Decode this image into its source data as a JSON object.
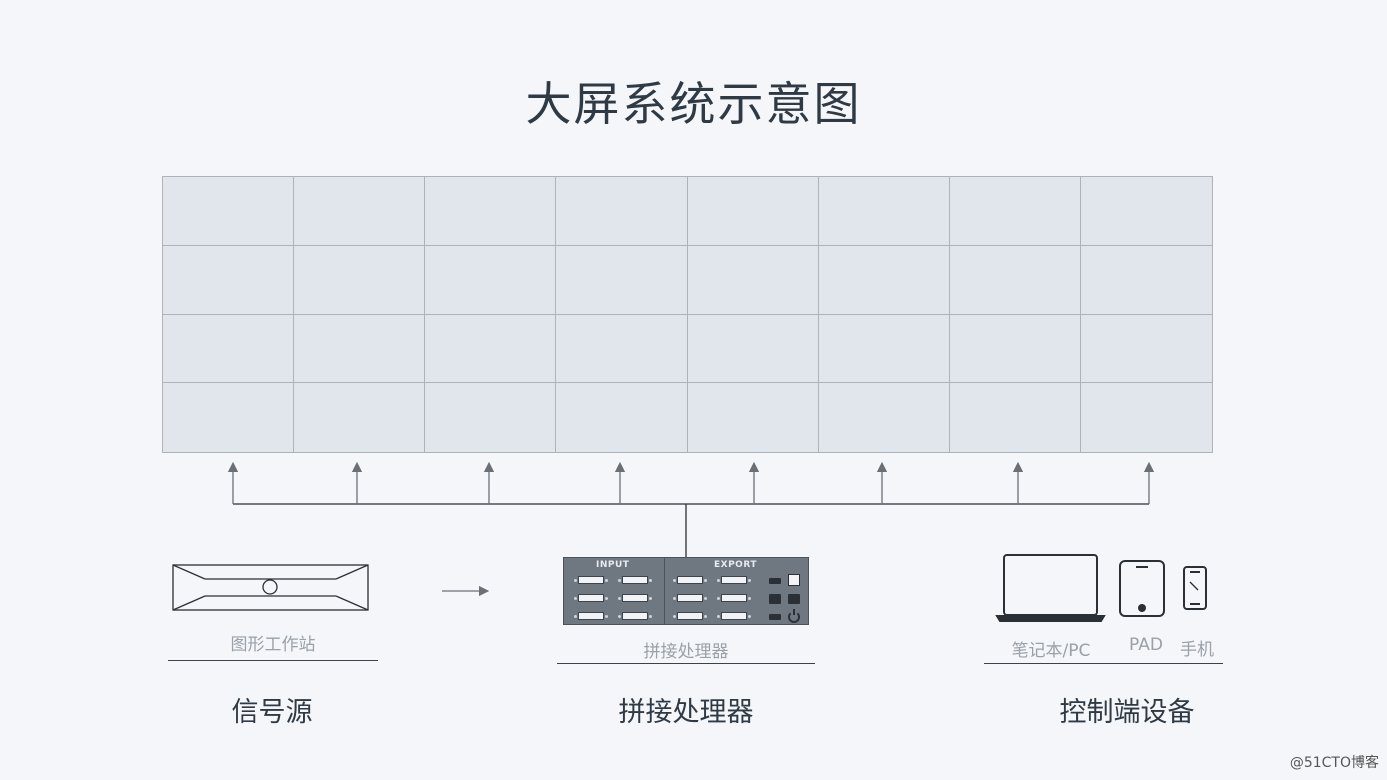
{
  "title": "大屏系统示意图",
  "wall": {
    "columns": 8,
    "rows": 4
  },
  "devices": {
    "workstation_label": "图形工作站",
    "processor_label": "拼接处理器",
    "processor_input": "INPUT",
    "processor_export": "EXPORT",
    "laptop_label": "笔记本/PC",
    "pad_label": "PAD",
    "phone_label": "手机"
  },
  "categories": {
    "source": "信号源",
    "processor": "拼接处理器",
    "control": "控制端设备"
  },
  "watermark": "@51CTO博客",
  "colors": {
    "background": "#f4f6fa",
    "screen_tile": "#e1e5ec",
    "grid_line": "#aeb3ba",
    "text_dark": "#2f3a44",
    "text_light": "#9aa1a8",
    "processor_body": "#6f7781"
  }
}
